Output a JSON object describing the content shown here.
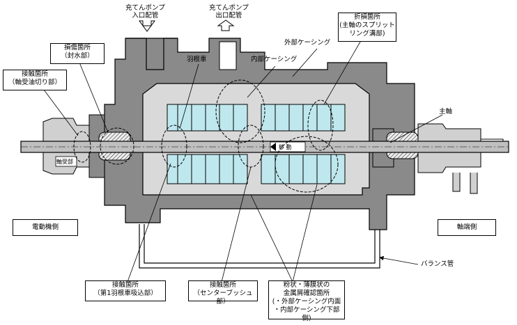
{
  "labels": {
    "inlet_pipe": [
      "充てんポンプ",
      "入口配管"
    ],
    "outlet_pipe": [
      "充てんポンプ",
      "出口配管"
    ],
    "outer_casing": "外部ケーシング",
    "inner_casing": "内部ケーシング",
    "impeller": "羽根車",
    "main_shaft": "主軸",
    "motor_side": "電動機側",
    "shaft_end_side": "軸端側",
    "balance_pipe": "バランス管",
    "bearing_part": "軸受部",
    "move_arrow": "移 動"
  },
  "callouts": {
    "seal_damage": [
      "損傷箇所",
      "（封水部）"
    ],
    "contact_bearing": [
      "接触箇所",
      "（軸受油切り部）"
    ],
    "fold_damage": [
      "折損箇所",
      "(主軸のスプリット",
      "リング溝部)"
    ],
    "contact_impeller": [
      "接触箇所",
      "（第1羽根車吸込部）"
    ],
    "contact_center_bush": [
      "接触箇所",
      "（センターブッシュ部）"
    ],
    "powder_found": [
      "粉状・薄膜状の",
      "金属屑確認箇所",
      "(・外部ケーシング内面",
      "・内部ケーシング下部側)"
    ]
  },
  "colors": {
    "casing": "#808080",
    "inner": "#d9d9d9",
    "impeller": "#bfe8ee",
    "shaft": "#bfbfbf",
    "line": "#000000"
  }
}
